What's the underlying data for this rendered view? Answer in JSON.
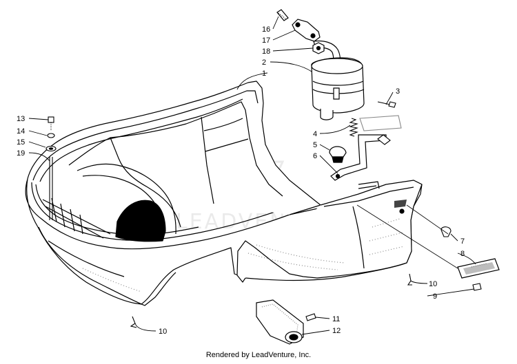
{
  "callouts": [
    "16",
    "17",
    "18",
    "2",
    "1",
    "3",
    "13",
    "14",
    "15",
    "19",
    "4",
    "5",
    "6",
    "7",
    "8",
    "10",
    "9",
    "11",
    "12",
    "10"
  ],
  "footer": "Rendered by LeadVenture, Inc.",
  "watermark": "LEADVENTURE",
  "colors": {
    "ink": "#000000",
    "background": "#ffffff",
    "shade": "#bdbdbd"
  }
}
